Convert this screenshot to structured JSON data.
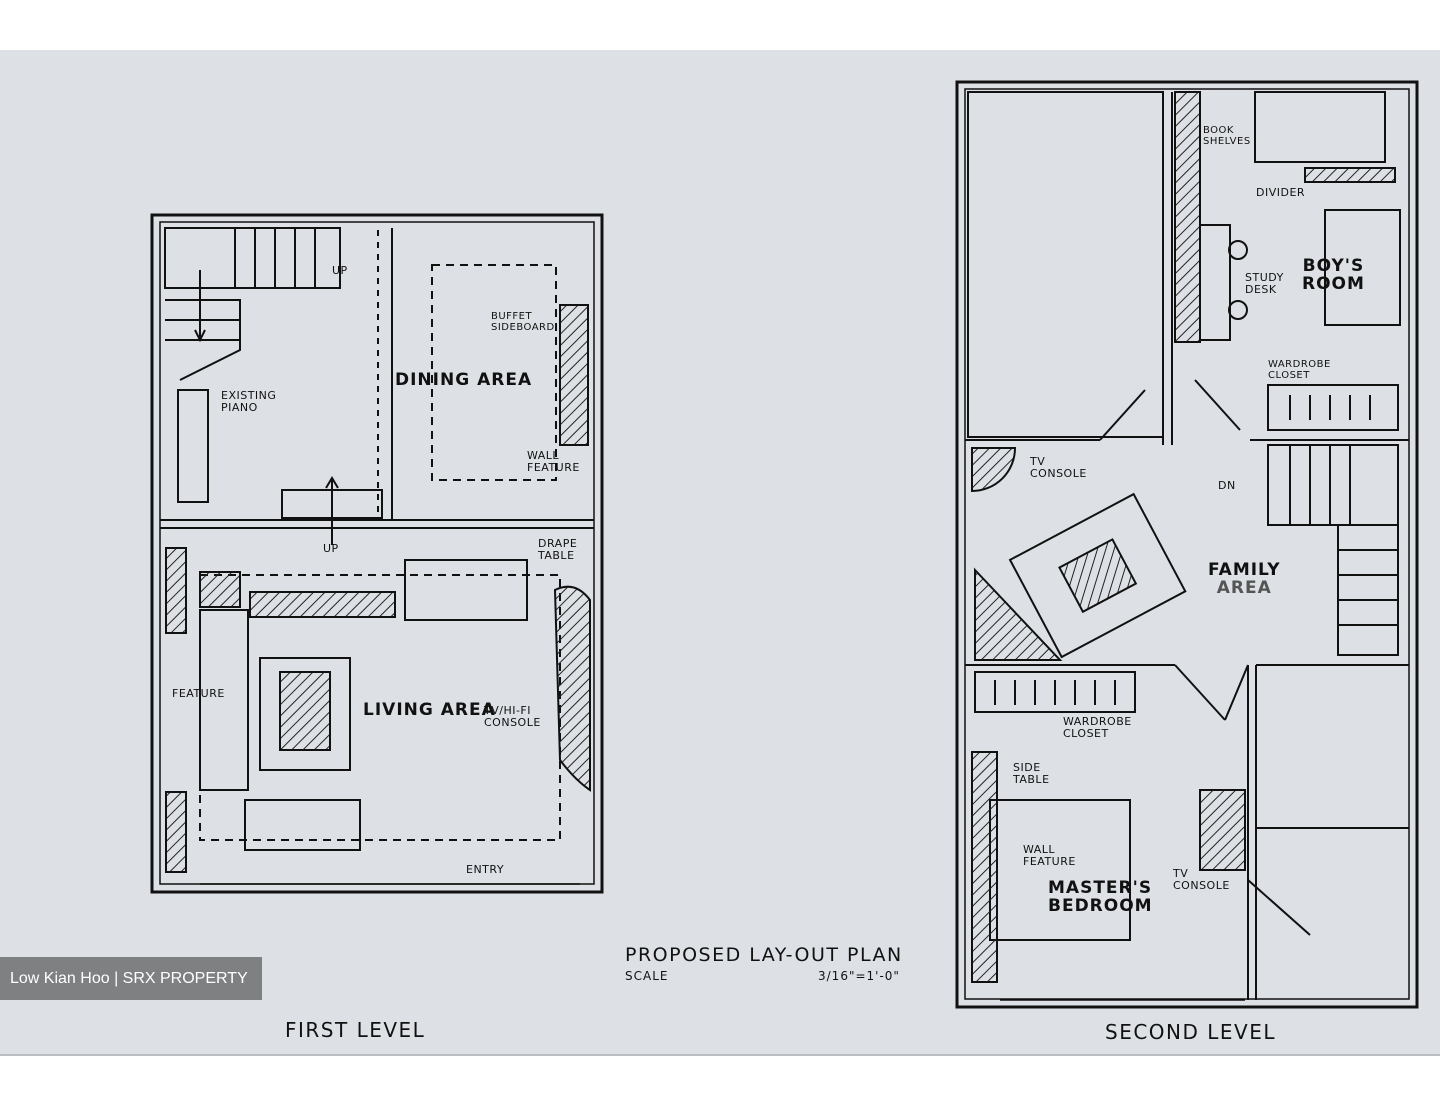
{
  "first_level": {
    "label": "FIRST LEVEL",
    "rooms": {
      "dining": "DINING AREA",
      "living": "LIVING AREA"
    },
    "notes": {
      "up_stairs": "UP",
      "up_step": "UP",
      "piano": [
        "EXISTING",
        "PIANO"
      ],
      "buffet": [
        "BUFFET",
        "SIDEBOARD"
      ],
      "wall_feature": [
        "WALL",
        "FEATURE"
      ],
      "drape_table": [
        "DRAPE",
        "TABLE"
      ],
      "feature": "FEATURE",
      "tv_console": [
        "TV/HI-FI",
        "CONSOLE"
      ],
      "entry": "ENTRY"
    }
  },
  "second_level": {
    "label": "SECOND LEVEL",
    "rooms": {
      "boys": [
        "BOY'S",
        "ROOM"
      ],
      "family": [
        "FAMILY",
        "AREA"
      ],
      "master": [
        "MASTER'S",
        "BEDROOM"
      ]
    },
    "notes": {
      "book_shelves": [
        "BOOK",
        "SHELVES"
      ],
      "divider": "DIVIDER",
      "study_desk": [
        "STUDY",
        "DESK"
      ],
      "wardrobe_top": [
        "WARDROBE",
        "CLOSET"
      ],
      "tv_console_family": [
        "TV",
        "CONSOLE"
      ],
      "dn": "DN",
      "wardrobe_bottom": [
        "WARDROBE",
        "CLOSET"
      ],
      "side_table": [
        "SIDE",
        "TABLE"
      ],
      "wall_feature": [
        "WALL",
        "FEATURE"
      ],
      "tv_console_master": [
        "TV",
        "CONSOLE"
      ]
    }
  },
  "title": {
    "main": "PROPOSED LAY-OUT PLAN",
    "scale_label": "SCALE",
    "scale_value": "3/16\"=1'-0\""
  },
  "watermark": "Low Kian Hoo | SRX PROPERTY"
}
